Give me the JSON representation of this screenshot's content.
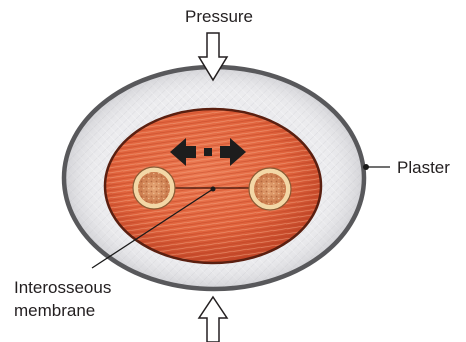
{
  "labels": {
    "pressure": "Pressure",
    "plaster": "Plaster",
    "membrane_line1": "Interosseous",
    "membrane_line2": "membrane"
  },
  "colors": {
    "plaster_fill": "#e9e9ec",
    "plaster_border": "#58585b",
    "muscle_base": "#e1643d",
    "muscle_border": "#5a1f10",
    "bone_cortex": "#f3d7a6",
    "bone_marrow": "#d9905c",
    "arrow": "#1d1d1d",
    "pointer_line": "#1a1a1a",
    "text": "#231f20"
  },
  "icons": {
    "pressure_top": "hollow-down-arrow-icon",
    "pressure_bottom": "hollow-up-arrow-icon",
    "movement": "double-headed-arrow-icon"
  }
}
